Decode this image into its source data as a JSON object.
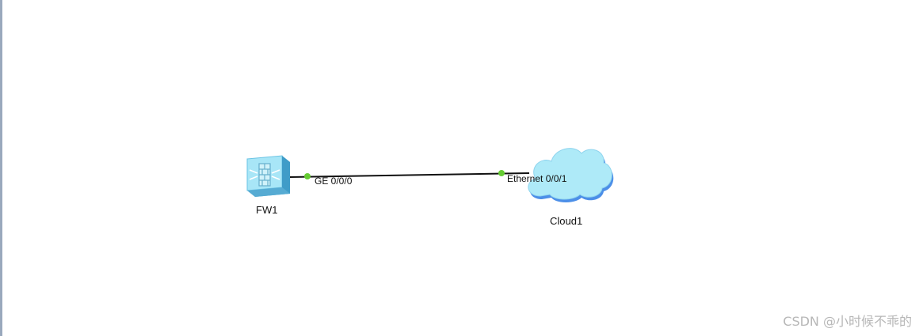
{
  "devices": {
    "fw1": {
      "name": "FW1",
      "icon": "firewall-icon"
    },
    "cloud1": {
      "name": "Cloud1",
      "icon": "cloud-icon"
    }
  },
  "link": {
    "from_port": "GE 0/0/0",
    "to_port": "Ethernet 0/0/1",
    "port_status_color": "#66cc33",
    "line_color": "#111111"
  },
  "colors": {
    "firewall": "#7fd6f0",
    "cloud_fill": "#aeeaf8",
    "cloud_shadow": "#4c8fe8"
  },
  "watermark": "CSDN @小时候不乖的"
}
